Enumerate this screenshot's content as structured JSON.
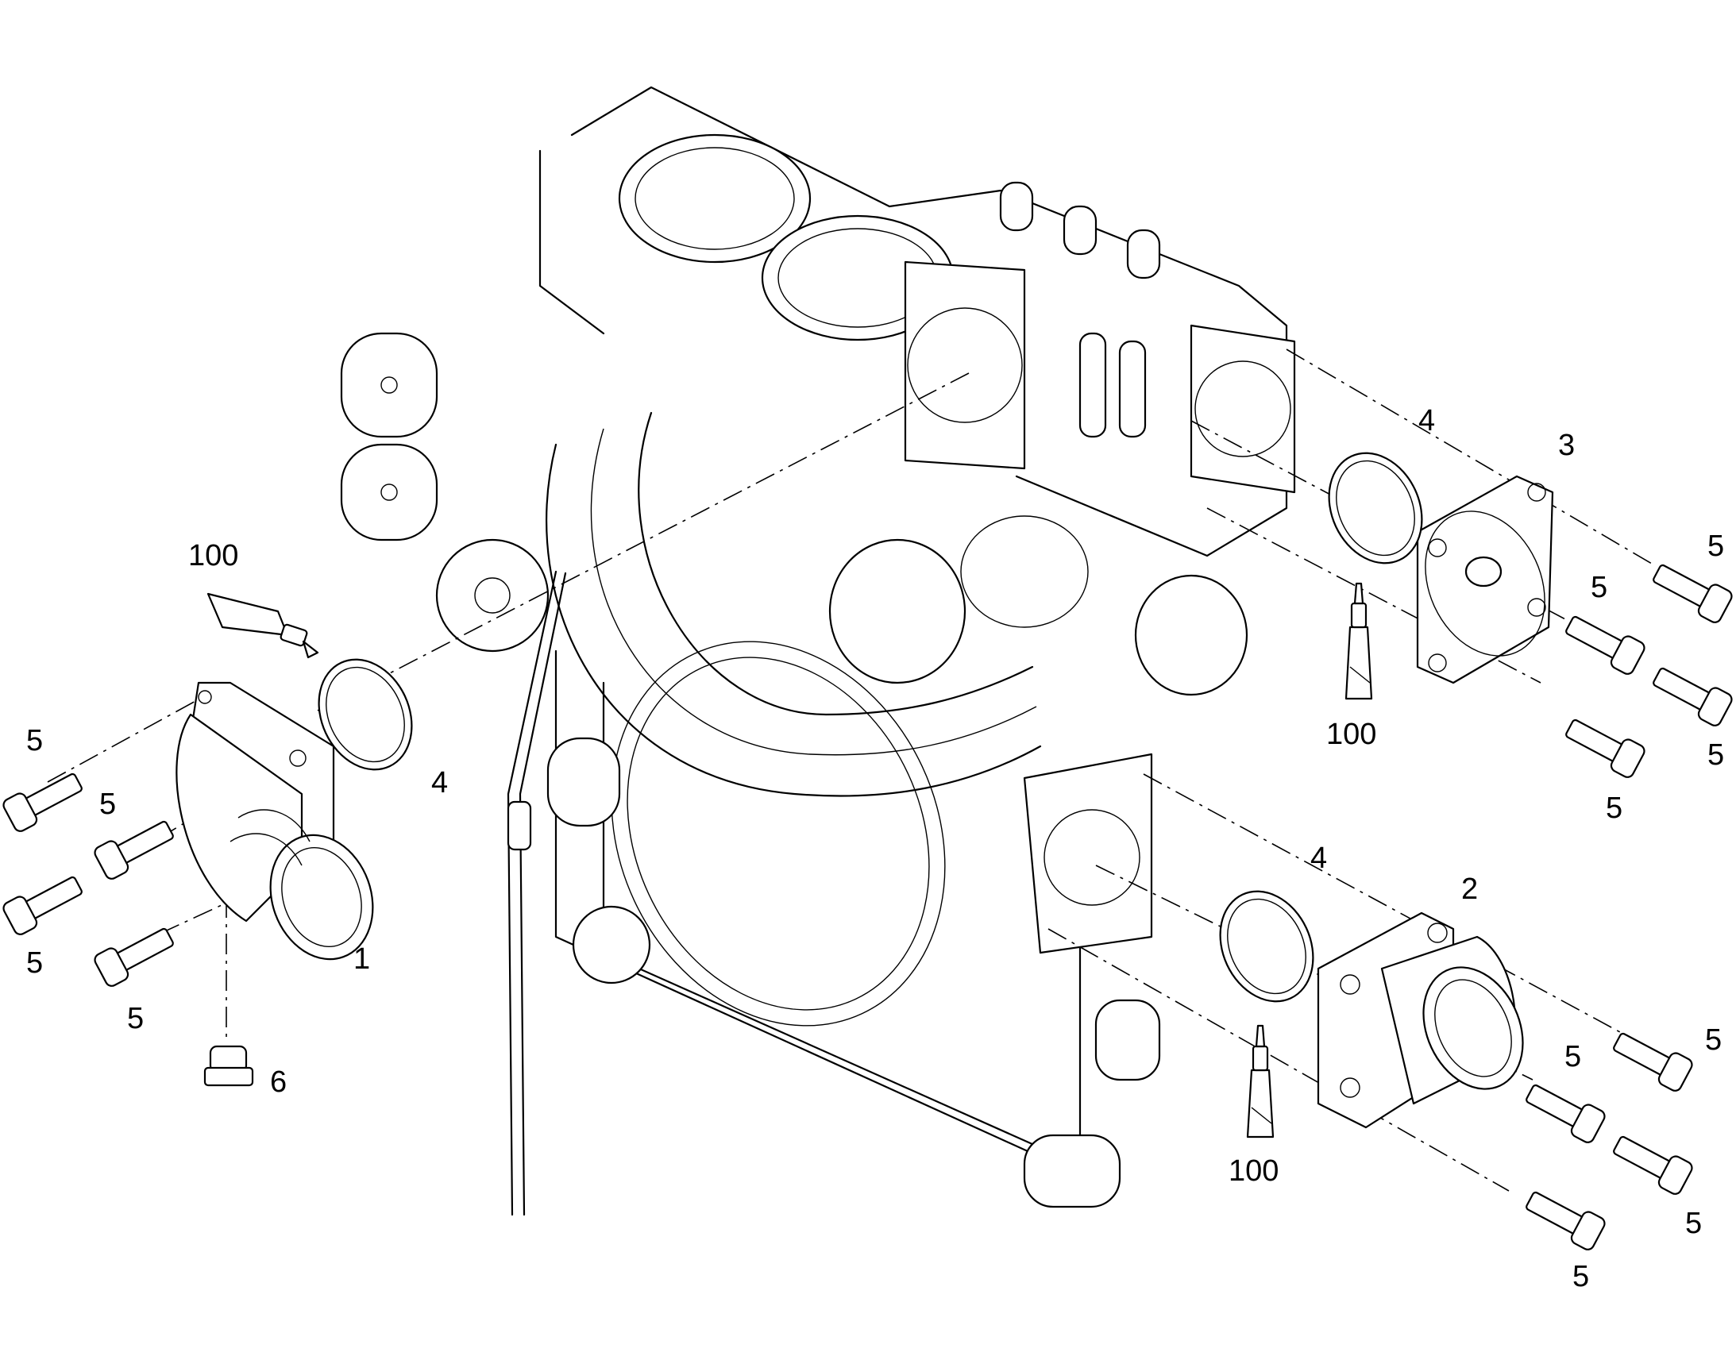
{
  "callouts": {
    "p1": "1",
    "p2": "2",
    "p3": "3",
    "p4_left": "4",
    "p4_top": "4",
    "p4_right": "4",
    "p5": "5",
    "p6": "6",
    "p100": "100"
  }
}
